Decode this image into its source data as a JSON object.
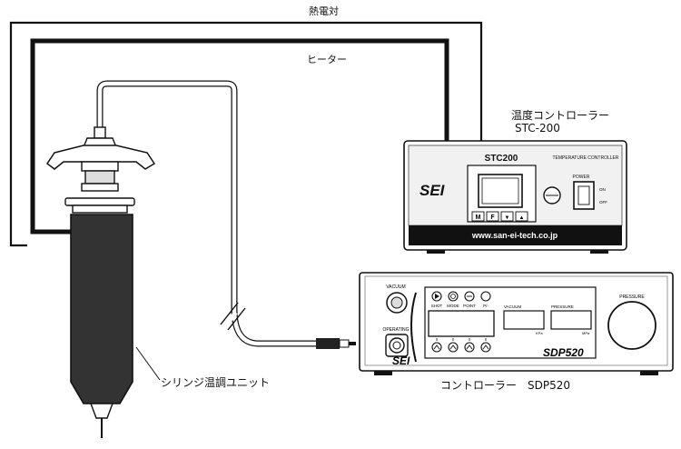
{
  "labels": {
    "thermocouple": "熱電対",
    "heater": "ヒーター",
    "temp_controller_line1": "温度コントローラー",
    "temp_controller_line2": "STC-200",
    "syringe_unit": "シリンジ温調ユニット",
    "dispense_controller": "コントローラー　SDP520"
  },
  "stc200": {
    "model": "STC200",
    "subtitle": "TEMPERATURE CONTROLLER",
    "power_label": "POWER",
    "on_label": "ON",
    "off_label": "OFF",
    "website": "www.san-ei-tech.co.jp",
    "brand": "SEI",
    "keys": [
      "M",
      "F",
      "▼",
      "▲"
    ]
  },
  "sdp520": {
    "model": "SDP520",
    "brand": "SEI",
    "vacuum_knob_label": "VACUUM",
    "operating_label": "OPERATING",
    "buttons": [
      "SHOT",
      "MODE",
      "POINT",
      "P/-"
    ],
    "vacuum_display_label": "VACUUM",
    "vacuum_unit": "KPa",
    "pressure_display_label": "PRESSURE",
    "pressure_unit": "MPa",
    "pressure_knob_label": "PRESSURE"
  },
  "colors": {
    "line": "#111111",
    "cable_gray": "#bbbbbb",
    "panel_black": "#111111",
    "syringe_body": "#333333"
  }
}
